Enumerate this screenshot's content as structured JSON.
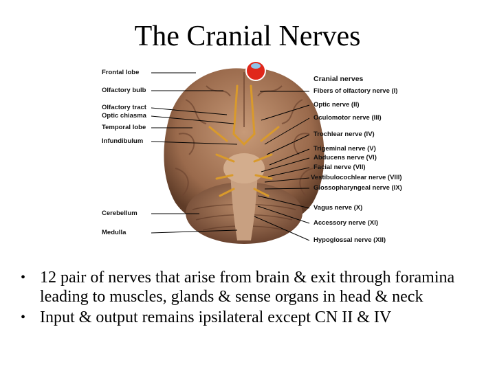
{
  "title": "The Cranial Nerves",
  "diagram": {
    "left_labels": [
      "Frontal lobe",
      "Olfactory bulb",
      "Olfactory tract",
      "Optic chiasma",
      "Temporal lobe",
      "Infundibulum",
      "Cerebellum",
      "Medulla"
    ],
    "right_heading": "Cranial nerves",
    "right_labels": [
      "Fibers of olfactory nerve (I)",
      "Optic nerve (II)",
      "Oculomotor nerve (III)",
      "Trochlear nerve (IV)",
      "Trigeminal nerve (V)",
      "Abducens nerve (VI)",
      "Facial nerve (VII)",
      "Vestibulocochlear nerve (VIII)",
      "Glossopharyngeal nerve (IX)",
      "Vagus nerve (X)",
      "Accessory nerve (XI)",
      "Hypoglossal nerve (XII)"
    ]
  },
  "bullets": [
    "12 pair of nerves that arise from brain & exit through foramina leading to muscles, glands & sense organs in head & neck",
    "Input & output remains ipsilateral except CN II & IV"
  ],
  "colors": {
    "brain": "#9a6a4c",
    "nerve": "#d99a2b",
    "eye": "#e0271a"
  }
}
